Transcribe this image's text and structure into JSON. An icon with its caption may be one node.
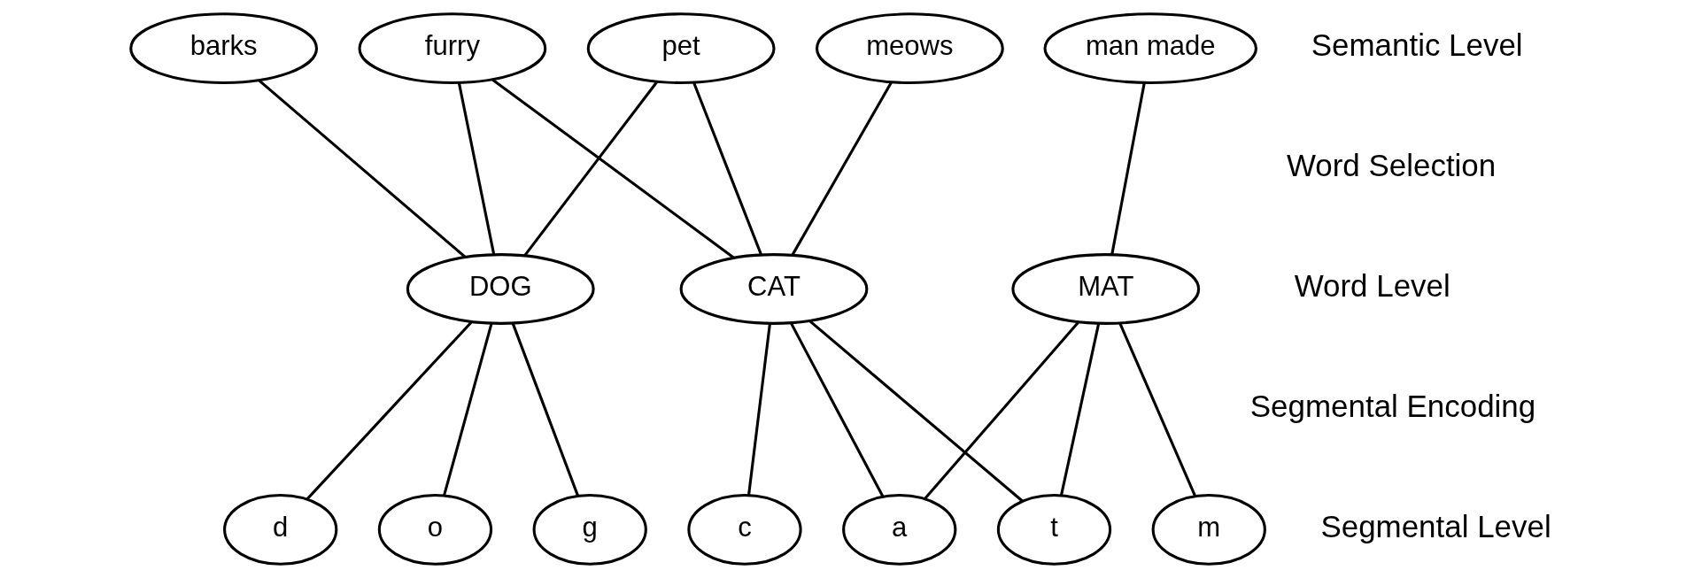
{
  "diagram": {
    "nodes": [
      {
        "text": [
          "barks"
        ]
      },
      {
        "text": [
          "furry"
        ]
      },
      {
        "text": [
          "pet"
        ]
      },
      {
        "text": [
          "meows"
        ]
      },
      {
        "text": [
          "man made"
        ]
      },
      {
        "text": [
          "DOG"
        ]
      },
      {
        "text": [
          "CAT"
        ]
      },
      {
        "text": [
          "MAT"
        ]
      },
      {
        "text": [
          "d"
        ]
      },
      {
        "text": [
          "o"
        ]
      },
      {
        "text": [
          "g"
        ]
      },
      {
        "text": [
          "c"
        ]
      },
      {
        "text": [
          "a"
        ]
      },
      {
        "text": [
          "t"
        ]
      },
      {
        "text": [
          "m"
        ]
      }
    ],
    "edges": [
      {
        "from": 0,
        "to": 5,
        "arrow": "none"
      },
      {
        "from": 1,
        "to": 5,
        "arrow": "none"
      },
      {
        "from": 1,
        "to": 6,
        "arrow": "none"
      },
      {
        "from": 2,
        "to": 5,
        "arrow": "none"
      },
      {
        "from": 2,
        "to": 6,
        "arrow": "none"
      },
      {
        "from": 3,
        "to": 6,
        "arrow": "none"
      },
      {
        "from": 4,
        "to": 7,
        "arrow": "none"
      },
      {
        "from": 5,
        "to": 8,
        "arrow": "none"
      },
      {
        "from": 5,
        "to": 9,
        "arrow": "none"
      },
      {
        "from": 5,
        "to": 10,
        "arrow": "none"
      },
      {
        "from": 6,
        "to": 11,
        "arrow": "none"
      },
      {
        "from": 6,
        "to": 12,
        "arrow": "none"
      },
      {
        "from": 6,
        "to": 13,
        "arrow": "none"
      },
      {
        "from": 7,
        "to": 12,
        "arrow": "none"
      },
      {
        "from": 7,
        "to": 13,
        "arrow": "none"
      },
      {
        "from": 7,
        "to": 14,
        "arrow": "none"
      }
    ],
    "labels": [
      "Semantic Level",
      "Word Selection",
      "Word Level",
      "Segmental Encoding",
      "Segmental Level"
    ]
  }
}
